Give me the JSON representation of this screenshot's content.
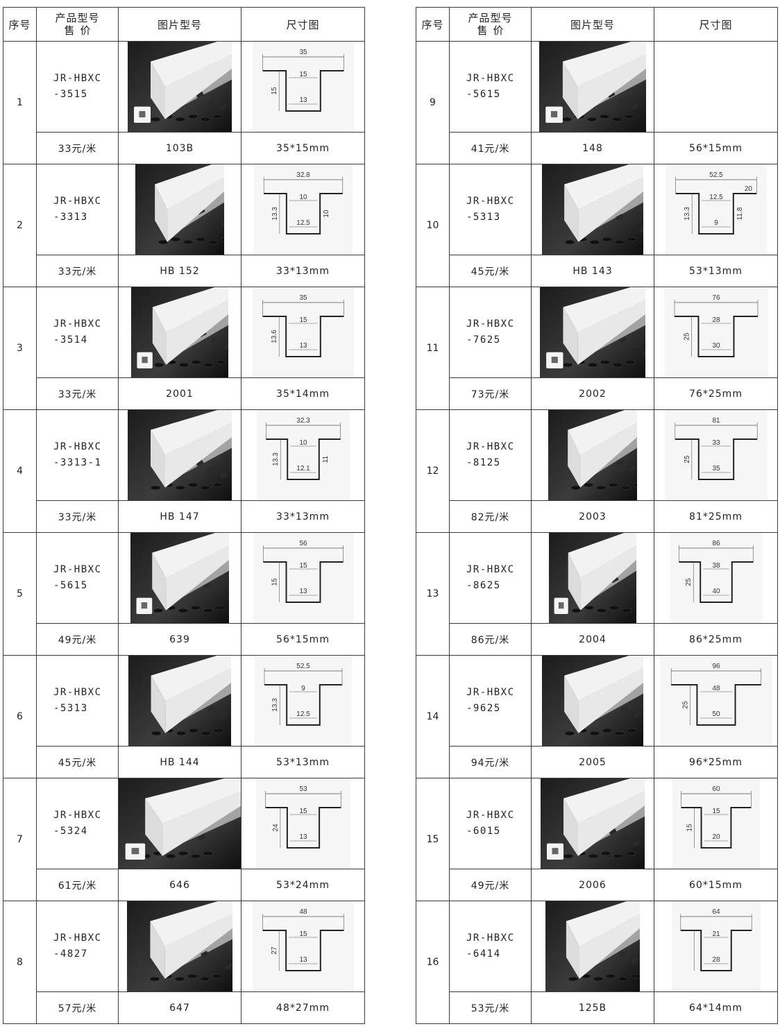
{
  "headers": {
    "seq": "序号",
    "model_line1": "产品型号",
    "model_line2": "售价",
    "photo": "图片型号",
    "dimension": "尺寸图"
  },
  "left": [
    {
      "seq": "1",
      "model1": "JR-HBXC",
      "model2": "-3515",
      "price": "33元/米",
      "code": "103B",
      "size": "35*15mm",
      "dim": {
        "w": "35",
        "inner_top": "15",
        "inner_bottom": "13",
        "h": "15"
      }
    },
    {
      "seq": "2",
      "model1": "JR-HBXC",
      "model2": "-3313",
      "price": "33元/米",
      "code": "HB 152",
      "size": "33*13mm",
      "dim": {
        "w": "32.8",
        "inner_top": "10",
        "inner_bottom": "12.5",
        "h": "13.3",
        "h2": "10"
      }
    },
    {
      "seq": "3",
      "model1": "JR-HBXC",
      "model2": "-3514",
      "price": "33元/米",
      "code": "2001",
      "size": "35*14mm",
      "dim": {
        "w": "35",
        "inner_top": "15",
        "inner_bottom": "13",
        "h": "13.6"
      }
    },
    {
      "seq": "4",
      "model1": "JR-HBXC",
      "model2": "-3313-1",
      "price": "33元/米",
      "code": "HB 147",
      "size": "33*13mm",
      "dim": {
        "w": "32.3",
        "inner_top": "10",
        "inner_bottom": "12.1",
        "h": "13.3",
        "h2": "11"
      }
    },
    {
      "seq": "5",
      "model1": "JR-HBXC",
      "model2": "-5615",
      "price": "49元/米",
      "code": "639",
      "size": "56*15mm",
      "dim": {
        "w": "56",
        "inner_top": "15",
        "inner_bottom": "13",
        "h": "15"
      }
    },
    {
      "seq": "6",
      "model1": "JR-HBXC",
      "model2": "-5313",
      "price": "45元/米",
      "code": "HB 144",
      "size": "53*13mm",
      "dim": {
        "w": "52.5",
        "inner_top": "9",
        "inner_bottom": "12.5",
        "h": "13.3"
      }
    },
    {
      "seq": "7",
      "model1": "JR-HBXC",
      "model2": "-5324",
      "price": "61元/米",
      "code": "646",
      "size": "53*24mm",
      "dim": {
        "w": "53",
        "inner_top": "15",
        "inner_bottom": "13",
        "h": "24"
      }
    },
    {
      "seq": "8",
      "model1": "JR-HBXC",
      "model2": "-4827",
      "price": "57元/米",
      "code": "647",
      "size": "48*27mm",
      "dim": {
        "w": "48",
        "inner_top": "15",
        "inner_bottom": "13",
        "h": "27"
      }
    }
  ],
  "right": [
    {
      "seq": "9",
      "model1": "JR-HBXC",
      "model2": "-5615",
      "price": "41元/米",
      "code": "148",
      "size": "56*15mm",
      "dim": null
    },
    {
      "seq": "10",
      "model1": "JR-HBXC",
      "model2": "-5313",
      "price": "45元/米",
      "code": "HB 143",
      "size": "53*13mm",
      "dim": {
        "w": "52.5",
        "inner_top": "12.5",
        "inner_bottom": "9",
        "h": "13.3",
        "h2": "11.8",
        "side": "20"
      }
    },
    {
      "seq": "11",
      "model1": "JR-HBXC",
      "model2": "-7625",
      "price": "73元/米",
      "code": "2002",
      "size": "76*25mm",
      "dim": {
        "w": "76",
        "inner_top": "28",
        "inner_bottom": "30",
        "h": "25"
      }
    },
    {
      "seq": "12",
      "model1": "JR-HBXC",
      "model2": "-8125",
      "price": "82元/米",
      "code": "2003",
      "size": "81*25mm",
      "dim": {
        "w": "81",
        "inner_top": "33",
        "inner_bottom": "35",
        "h": "25"
      }
    },
    {
      "seq": "13",
      "model1": "JR-HBXC",
      "model2": "-8625",
      "price": "86元/米",
      "code": "2004",
      "size": "86*25mm",
      "dim": {
        "w": "86",
        "inner_top": "38",
        "inner_bottom": "40",
        "h": "25"
      }
    },
    {
      "seq": "14",
      "model1": "JR-HBXC",
      "model2": "-9625",
      "price": "94元/米",
      "code": "2005",
      "size": "96*25mm",
      "dim": {
        "w": "96",
        "inner_top": "48",
        "inner_bottom": "50",
        "h": "25"
      }
    },
    {
      "seq": "15",
      "model1": "JR-HBXC",
      "model2": "-6015",
      "price": "49元/米",
      "code": "2006",
      "size": "60*15mm",
      "dim": {
        "w": "60",
        "inner_top": "15",
        "inner_bottom": "20",
        "h": "15"
      }
    },
    {
      "seq": "16",
      "model1": "JR-HBXC",
      "model2": "-6414",
      "price": "53元/米",
      "code": "125B",
      "size": "64*14mm",
      "dim": {
        "w": "64",
        "inner_top": "21",
        "inner_bottom": "28",
        "h": ""
      }
    }
  ]
}
